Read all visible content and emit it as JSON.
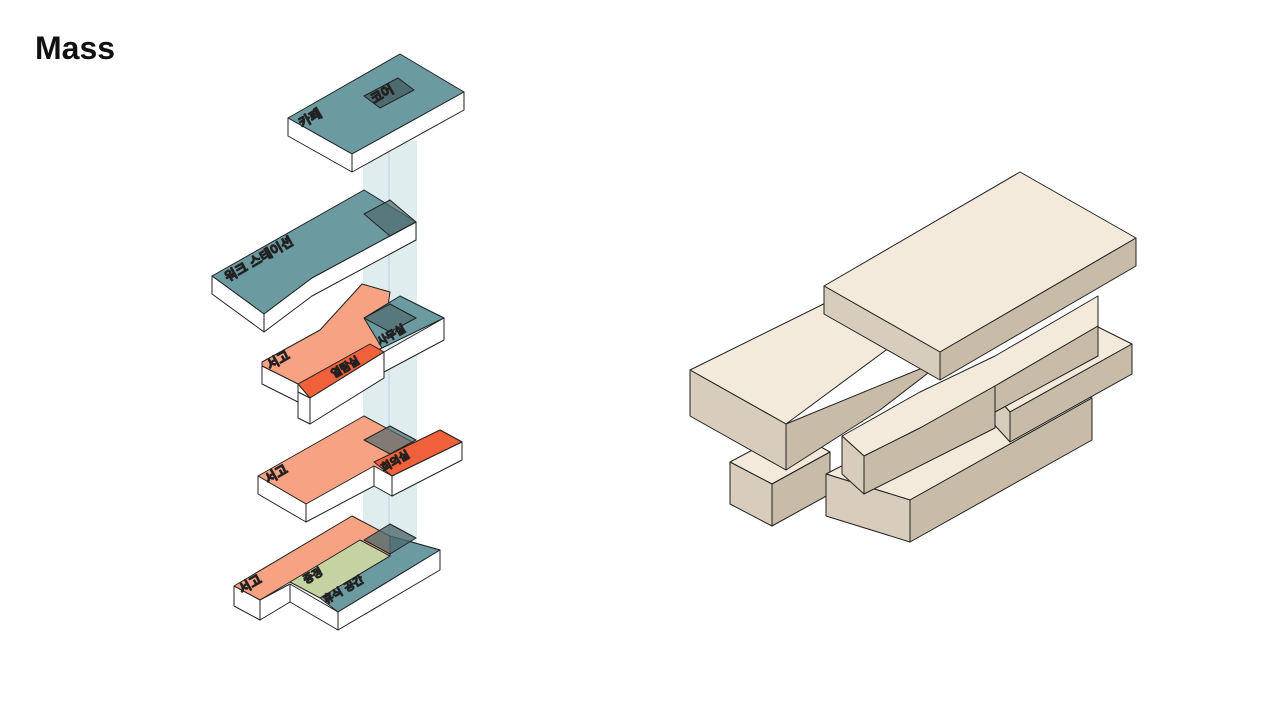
{
  "title": "Mass",
  "colors": {
    "teal": "#6b9aa0",
    "core": "#4e6a6e",
    "salmon": "#f7a383",
    "orange": "#f0603a",
    "green": "#c4d3a1",
    "shaft": "#dbeaec",
    "white": "#ffffff",
    "beige_top": "#f3eadc",
    "beige_side": "#d8cdbc",
    "beige_dark": "#c8bba8",
    "stroke": "#222222"
  },
  "exploded_diagram": {
    "floors": [
      {
        "name": "floor-5",
        "labels": {
          "main": "카페",
          "core": "코어"
        }
      },
      {
        "name": "floor-4",
        "labels": {
          "main": "워크 스테이션"
        }
      },
      {
        "name": "floor-3",
        "labels": {
          "main": "서고",
          "sub": "열람실",
          "office": "사무실"
        }
      },
      {
        "name": "floor-2",
        "labels": {
          "main": "서고",
          "sub": "회의실"
        }
      },
      {
        "name": "floor-1",
        "labels": {
          "main": "서고",
          "court": "중정",
          "rest": "휴식 공간"
        }
      }
    ]
  }
}
